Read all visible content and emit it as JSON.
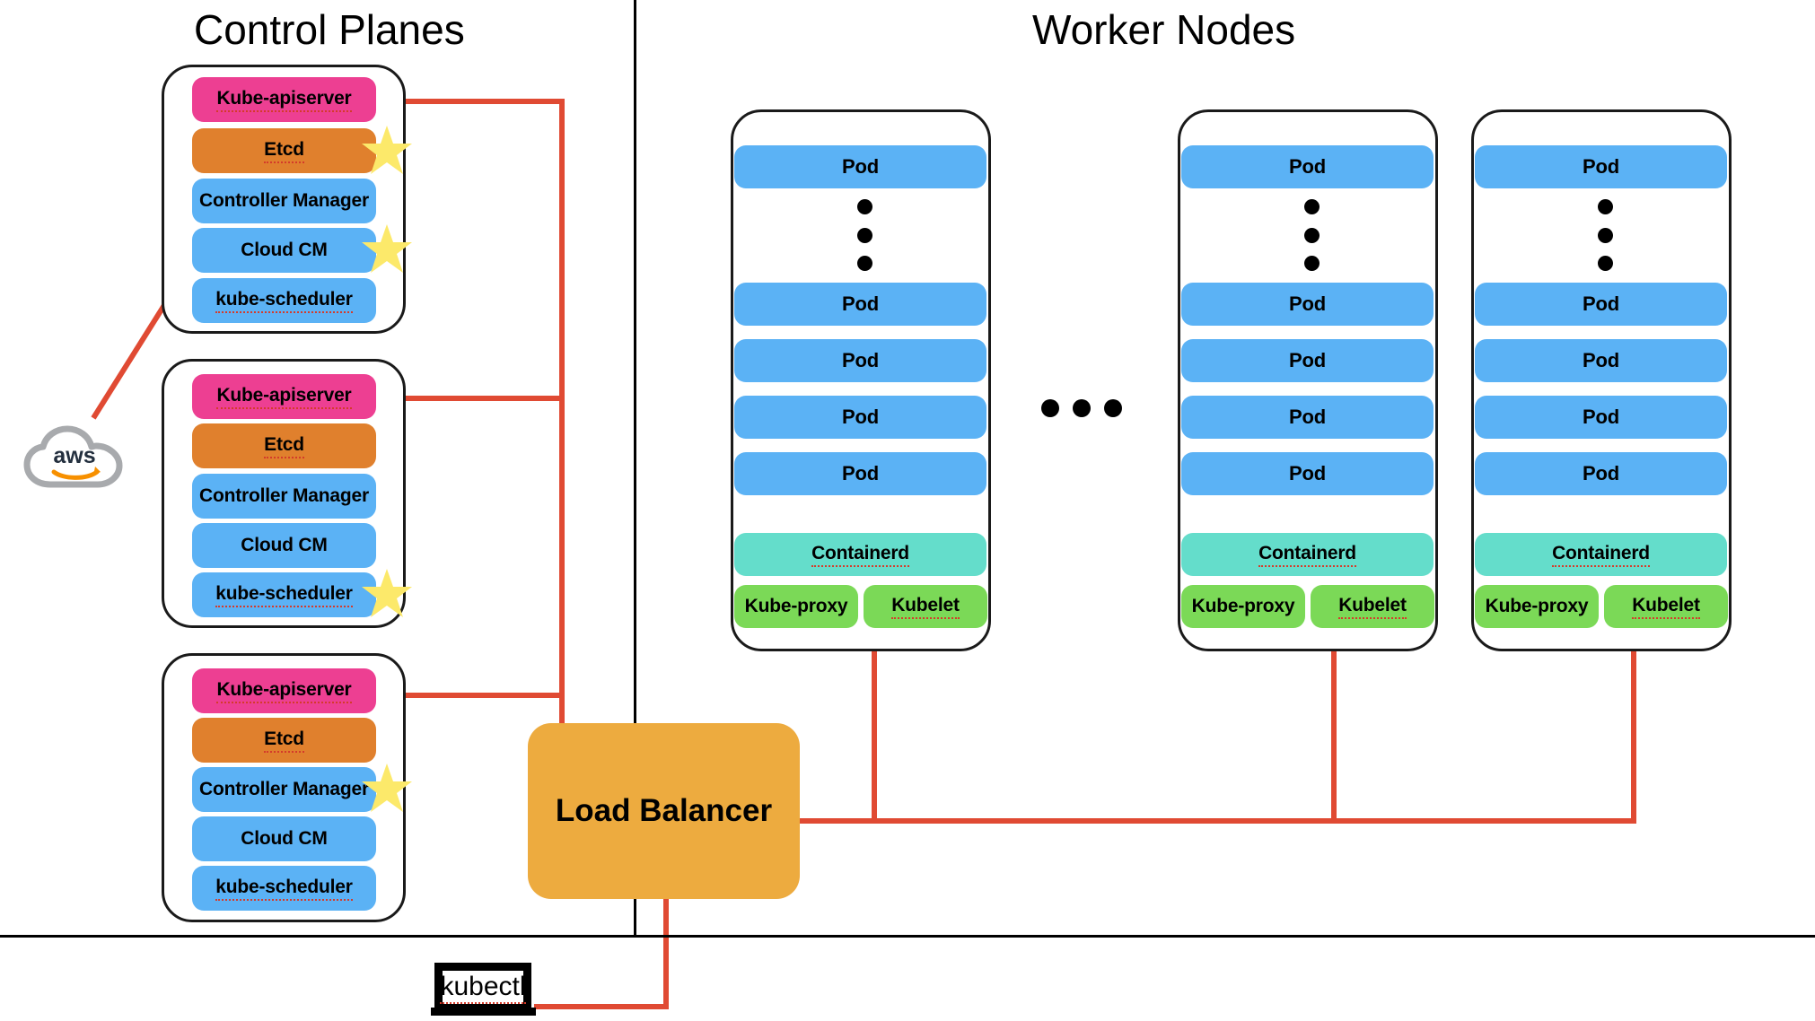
{
  "headings": {
    "control_planes": "Control Planes",
    "worker_nodes": "Worker Nodes"
  },
  "colors": {
    "apiserver_pink": "#ED3F92",
    "etcd_orange": "#E0802D",
    "component_blue": "#5BB2F5",
    "pod_blue": "#5BB2F5",
    "containerd_teal": "#64DDCB",
    "agent_green": "#7BD957",
    "load_balancer_amber": "#EDAB3F",
    "star_yellow": "#FCE96A",
    "connector_red": "#E04A33",
    "outline_black": "#1a1a1a",
    "aws_cloud_gray": "#A8AAAD",
    "aws_arrow_orange": "#F79000"
  },
  "control_planes": [
    {
      "id": "control-plane-1",
      "components": [
        {
          "label": "Kube-apiserver",
          "color": "pink",
          "star": false
        },
        {
          "label": "Etcd",
          "color": "orange",
          "star": true
        },
        {
          "label": "Controller Manager",
          "color": "blue",
          "star": false
        },
        {
          "label": "Cloud CM",
          "color": "blue",
          "star": true
        },
        {
          "label": "kube-scheduler",
          "color": "blue",
          "star": false
        }
      ]
    },
    {
      "id": "control-plane-2",
      "components": [
        {
          "label": "Kube-apiserver",
          "color": "pink",
          "star": false
        },
        {
          "label": "Etcd",
          "color": "orange",
          "star": false
        },
        {
          "label": "Controller Manager",
          "color": "blue",
          "star": false
        },
        {
          "label": "Cloud CM",
          "color": "blue",
          "star": false
        },
        {
          "label": "kube-scheduler",
          "color": "blue",
          "star": true
        }
      ]
    },
    {
      "id": "control-plane-3",
      "components": [
        {
          "label": "Kube-apiserver",
          "color": "pink",
          "star": false
        },
        {
          "label": "Etcd",
          "color": "orange",
          "star": false
        },
        {
          "label": "Controller Manager",
          "color": "blue",
          "star": true
        },
        {
          "label": "Cloud CM",
          "color": "blue",
          "star": false
        },
        {
          "label": "kube-scheduler",
          "color": "blue",
          "star": false
        }
      ]
    }
  ],
  "worker_nodes": [
    {
      "id": "worker-node-1",
      "pods": [
        "Pod",
        "Pod",
        "Pod",
        "Pod",
        "Pod"
      ],
      "runtime": "Containerd",
      "agents": [
        "Kube-proxy",
        "Kubelet"
      ],
      "ellipsis": "• • •"
    },
    {
      "id": "worker-node-2",
      "pods": [
        "Pod",
        "Pod",
        "Pod",
        "Pod",
        "Pod"
      ],
      "runtime": "Containerd",
      "agents": [
        "Kube-proxy",
        "Kubelet"
      ],
      "ellipsis": "• • •"
    },
    {
      "id": "worker-node-3",
      "pods": [
        "Pod",
        "Pod",
        "Pod",
        "Pod",
        "Pod"
      ],
      "runtime": "Containerd",
      "agents": [
        "Kube-proxy",
        "Kubelet"
      ],
      "ellipsis": "• • •"
    }
  ],
  "node_ellipsis": "• • •",
  "load_balancer": {
    "label": "Load Balancer"
  },
  "kubectl": {
    "label": "kubectl"
  },
  "cloud_provider": {
    "label": "aws",
    "icon": "aws-cloud-icon"
  }
}
